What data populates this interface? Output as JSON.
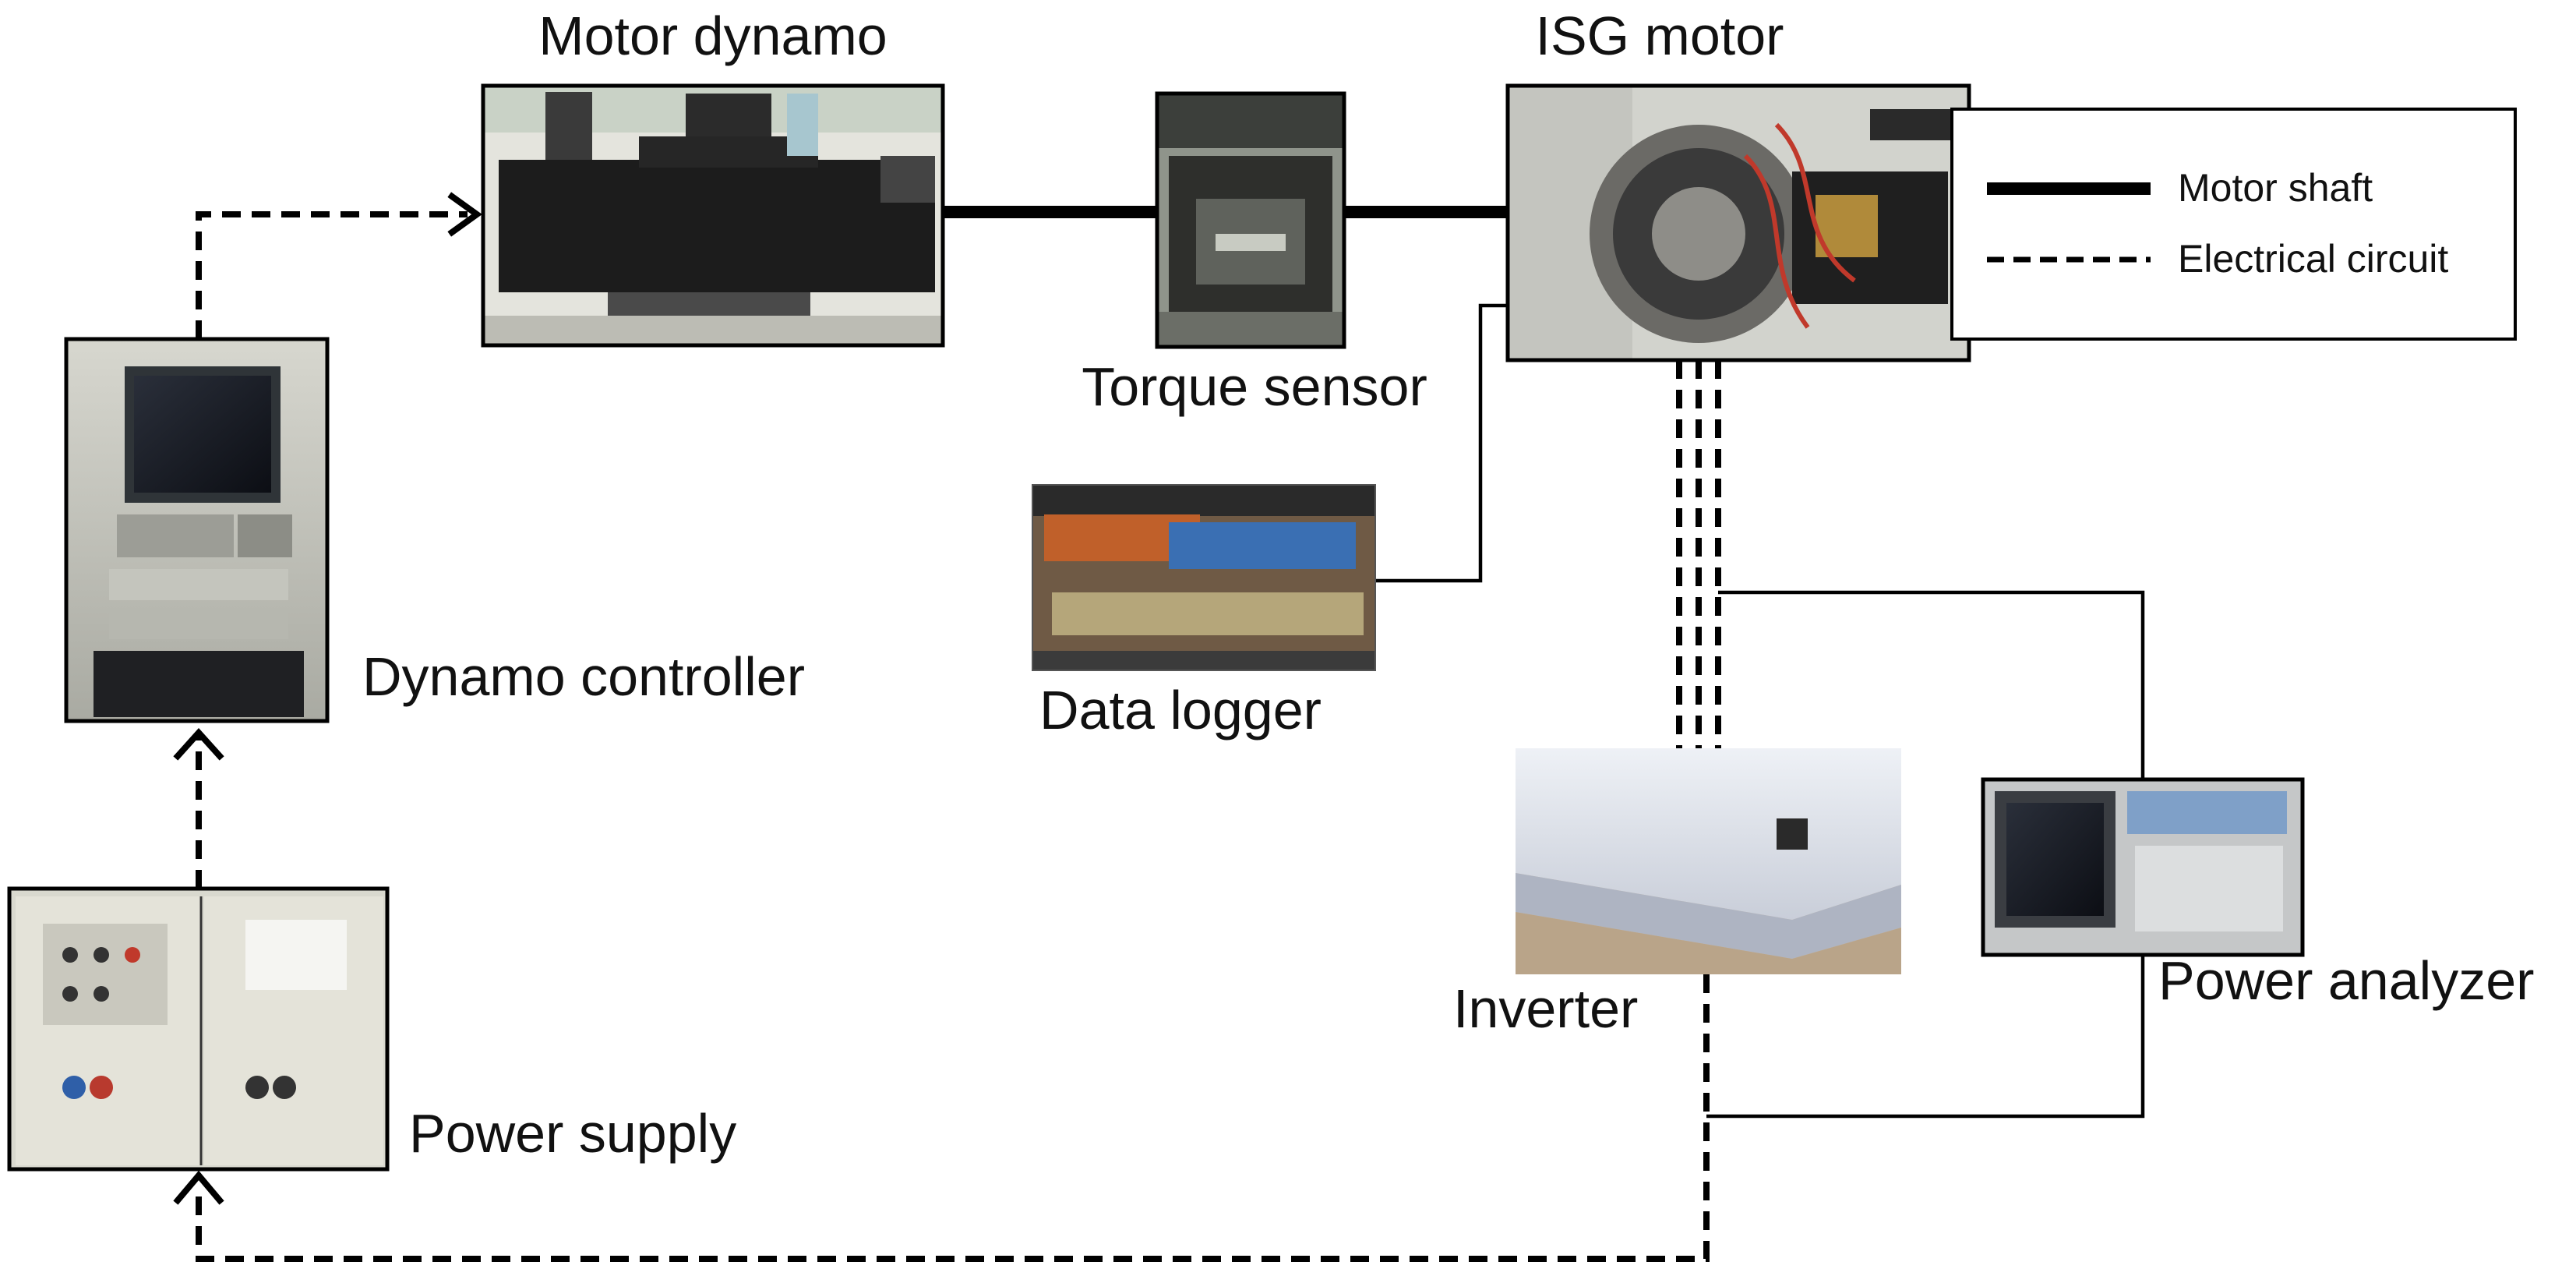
{
  "labels": {
    "motor_dynamo": "Motor dynamo",
    "isg_motor": "ISG motor",
    "torque_sensor": "Torque sensor",
    "data_logger": "Data logger",
    "dynamo_controller": "Dynamo controller",
    "power_supply": "Power supply",
    "inverter": "Inverter",
    "power_analyzer": "Power analyzer"
  },
  "legend": {
    "motor_shaft": "Motor shaft",
    "electrical_circuit": "Electrical circuit"
  }
}
